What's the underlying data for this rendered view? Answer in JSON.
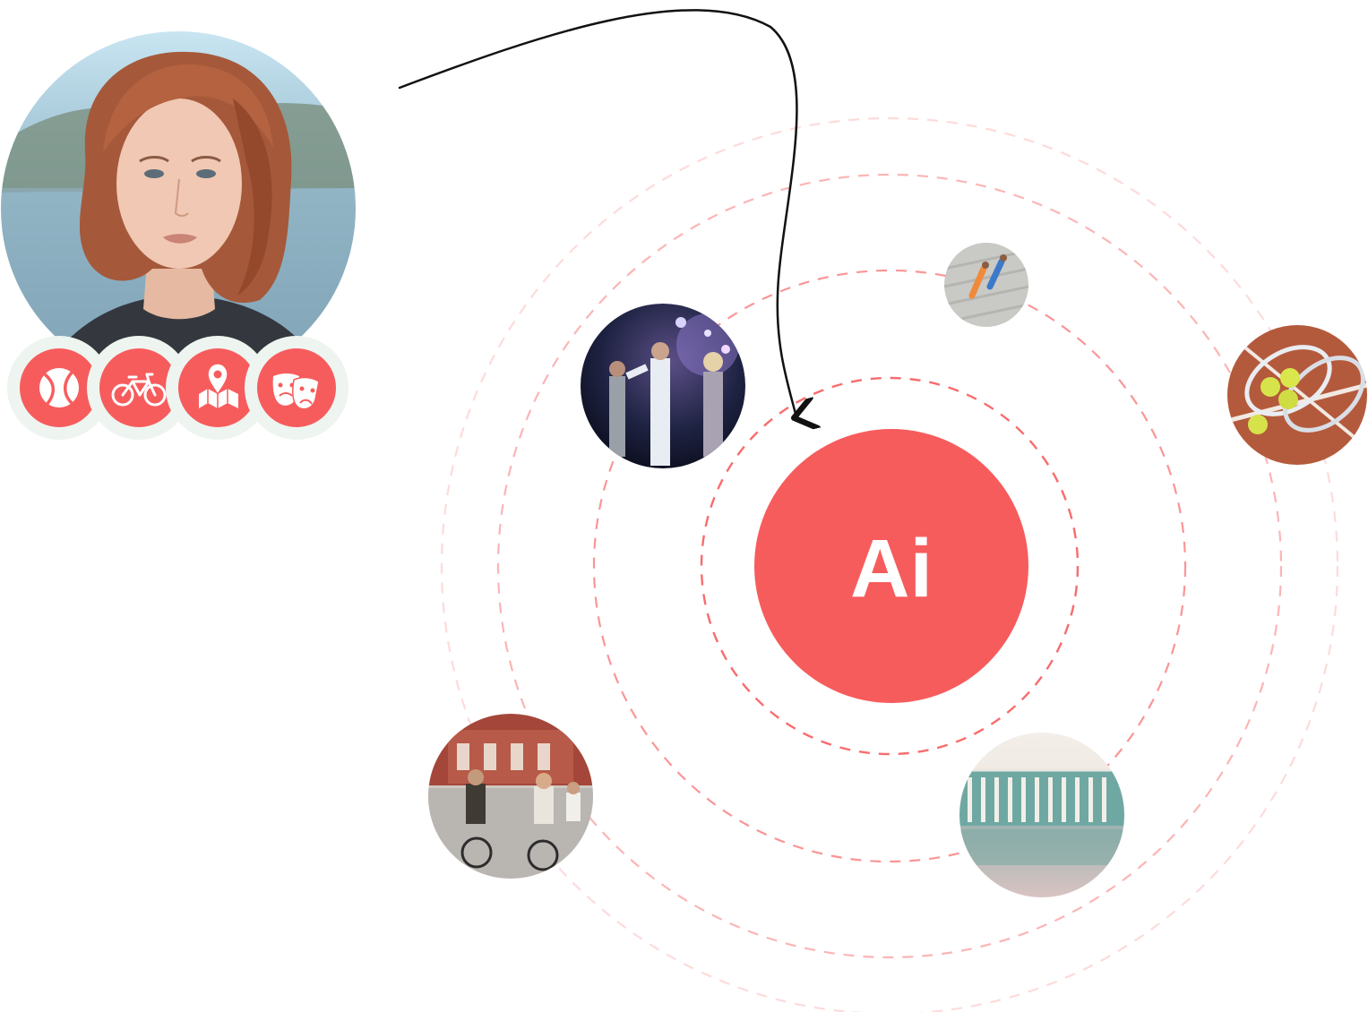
{
  "center": {
    "label": "Ai",
    "color": "#f75c5d"
  },
  "accent_color": "#f75c5d",
  "badge_ring_color": "#eef5f0",
  "user": {
    "photo": "portrait-photo",
    "interests": [
      {
        "icon": "tennis-ball-icon"
      },
      {
        "icon": "bicycle-icon"
      },
      {
        "icon": "map-pin-icon"
      },
      {
        "icon": "theater-masks-icon"
      }
    ]
  },
  "orbit_photos": [
    {
      "name": "concert-photo",
      "subject": "concert"
    },
    {
      "name": "runners-photo",
      "subject": "running"
    },
    {
      "name": "tennis-photo",
      "subject": "tennis"
    },
    {
      "name": "cycling-photo",
      "subject": "cycling"
    },
    {
      "name": "palace-photo",
      "subject": "architecture"
    }
  ],
  "connector": "curved-arrow"
}
